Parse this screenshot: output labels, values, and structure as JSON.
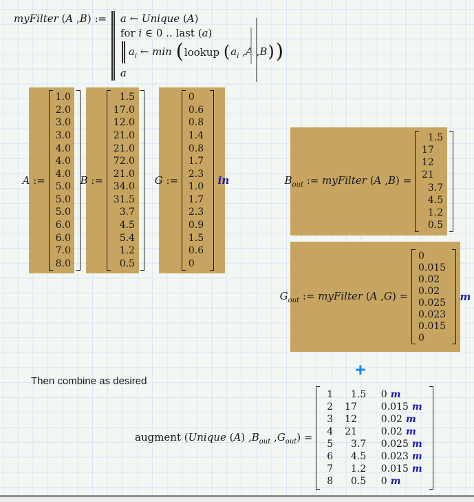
{
  "palette": {
    "page_background": "#f3f7f3",
    "grid_line": "#d7e6f7",
    "region_highlight": "#c7a561",
    "math_ink": "#161616",
    "unit_color": "#1b1bb0",
    "cursor_color": "#1787ea",
    "border_gray": "#8f8f8f"
  },
  "func": {
    "lhs": [
      {
        "s": "myFilter",
        "c": "it"
      },
      {
        "s": " (",
        "c": "rm"
      },
      {
        "s": "A",
        "c": "it"
      },
      {
        "s": " ,",
        "c": "rm"
      },
      {
        "s": "B",
        "c": "it"
      },
      {
        "s": ")",
        "c": "rm"
      },
      {
        "s": " := ",
        "c": "rm"
      }
    ],
    "line1": [
      {
        "s": "a",
        "c": "it"
      },
      {
        "s": " ← ",
        "c": "rm"
      },
      {
        "s": "Unique",
        "c": "it"
      },
      {
        "s": " (",
        "c": "rm"
      },
      {
        "s": "A",
        "c": "it"
      },
      {
        "s": ")",
        "c": "rm"
      }
    ],
    "line2": [
      {
        "s": "for ",
        "c": "rm"
      },
      {
        "s": "i",
        "c": "it"
      },
      {
        "s": " ∈ ",
        "c": "rm"
      },
      {
        "s": "0 .. ",
        "c": "rm"
      },
      {
        "s": "last",
        "c": "rm"
      },
      {
        "s": " (",
        "c": "rm"
      },
      {
        "s": "a",
        "c": "it"
      },
      {
        "s": ")",
        "c": "rm"
      }
    ],
    "line3_pre": [
      {
        "s": "a",
        "c": "it"
      },
      {
        "s": "i",
        "c": "subit"
      },
      {
        "s": " ← ",
        "c": "rm"
      },
      {
        "s": "min",
        "c": "it"
      },
      {
        "s": " ",
        "c": "rm"
      }
    ],
    "line3_fn": [
      {
        "s": "lookup",
        "c": "rm"
      },
      {
        "s": " ",
        "c": "rm"
      }
    ],
    "line3_args": [
      {
        "s": "a",
        "c": "it"
      },
      {
        "s": "i",
        "c": "subit"
      },
      {
        "s": " ,",
        "c": "rm"
      },
      {
        "s": "A",
        "c": "it"
      },
      {
        "s": " ,",
        "c": "rm"
      },
      {
        "s": "B",
        "c": "it"
      }
    ],
    "line4": [
      {
        "s": "a",
        "c": "it"
      }
    ],
    "paren_open": "(",
    "paren_close": ")"
  },
  "defs": {
    "A_label": [
      {
        "s": "A",
        "c": "it"
      },
      {
        "s": " := ",
        "c": "rm"
      }
    ],
    "B_label": [
      {
        "s": "B",
        "c": "it"
      },
      {
        "s": " := ",
        "c": "rm"
      }
    ],
    "G_label": [
      {
        "s": "G",
        "c": "it"
      },
      {
        "s": " := ",
        "c": "rm"
      }
    ],
    "Bout_label": [
      {
        "s": "B",
        "c": "it"
      },
      {
        "s": "out",
        "c": "subit"
      },
      {
        "s": " := ",
        "c": "rm"
      },
      {
        "s": "myFilter",
        "c": "it"
      },
      {
        "s": " (",
        "c": "rm"
      },
      {
        "s": "A",
        "c": "it"
      },
      {
        "s": " ,",
        "c": "rm"
      },
      {
        "s": "B",
        "c": "it"
      },
      {
        "s": ")",
        "c": "rm"
      },
      {
        "s": " = ",
        "c": "rm"
      }
    ],
    "Gout_label": [
      {
        "s": "G",
        "c": "it"
      },
      {
        "s": "out",
        "c": "subit"
      },
      {
        "s": " := ",
        "c": "rm"
      },
      {
        "s": "myFilter",
        "c": "it"
      },
      {
        "s": " (",
        "c": "rm"
      },
      {
        "s": "A",
        "c": "it"
      },
      {
        "s": " ,",
        "c": "rm"
      },
      {
        "s": "G",
        "c": "it"
      },
      {
        "s": ")",
        "c": "rm"
      },
      {
        "s": " = ",
        "c": "rm"
      }
    ],
    "augment_label": [
      {
        "s": "augment ",
        "c": "rm"
      },
      {
        "s": "(",
        "c": "rm"
      },
      {
        "s": "Unique",
        "c": "it"
      },
      {
        "s": " (",
        "c": "rm"
      },
      {
        "s": "A",
        "c": "it"
      },
      {
        "s": ")",
        "c": "rm"
      },
      {
        "s": " ,",
        "c": "rm"
      },
      {
        "s": "B",
        "c": "it"
      },
      {
        "s": "out",
        "c": "subit"
      },
      {
        "s": " ,",
        "c": "rm"
      },
      {
        "s": "G",
        "c": "it"
      },
      {
        "s": "out",
        "c": "subit"
      },
      {
        "s": ")",
        "c": "rm"
      },
      {
        "s": " = ",
        "c": "rm"
      }
    ]
  },
  "matrices": {
    "A": {
      "values": [
        "1.0",
        "2.0",
        "3.0",
        "3.0",
        "4.0",
        "4.0",
        "4.0",
        "5.0",
        "5.0",
        "5.0",
        "6.0",
        "6.0",
        "7.0",
        "8.0"
      ]
    },
    "B": {
      "values": [
        "1.5",
        "17.0",
        "12.0",
        "21.0",
        "21.0",
        "72.0",
        "21.0",
        "34.0",
        "31.5",
        "3.7",
        "4.5",
        "5.4",
        "1.2",
        "0.5"
      ]
    },
    "G": {
      "values": [
        "0",
        "0.6",
        "0.8",
        "1.4",
        "0.8",
        "1.7",
        "2.3",
        "1.0",
        "1.7",
        "2.3",
        "0.9",
        "1.5",
        "0.6",
        "0"
      ],
      "unit": "in"
    },
    "Bout": {
      "values": [
        "1.5",
        "17",
        "12",
        "21",
        "3.7",
        "4.5",
        "1.2",
        "0.5"
      ]
    },
    "Gout": {
      "values": [
        "0",
        "0.015",
        "0.02",
        "0.02",
        "0.025",
        "0.023",
        "0.015",
        "0"
      ],
      "unit": "m"
    },
    "augment_col1": {
      "values": [
        "1",
        "2",
        "3",
        "4",
        "5",
        "6",
        "7",
        "8"
      ]
    },
    "augment_col2": {
      "values": [
        "1.5",
        "17",
        "12",
        "21",
        "3.7",
        "4.5",
        "1.2",
        "0.5"
      ]
    },
    "augment_col3": {
      "values": [
        "0",
        "0.015",
        "0.02",
        "0.02",
        "0.025",
        "0.023",
        "0.015",
        "0"
      ],
      "row_unit": "m"
    }
  },
  "note_text": "Then combine as desired",
  "cursor_symbol": "+"
}
